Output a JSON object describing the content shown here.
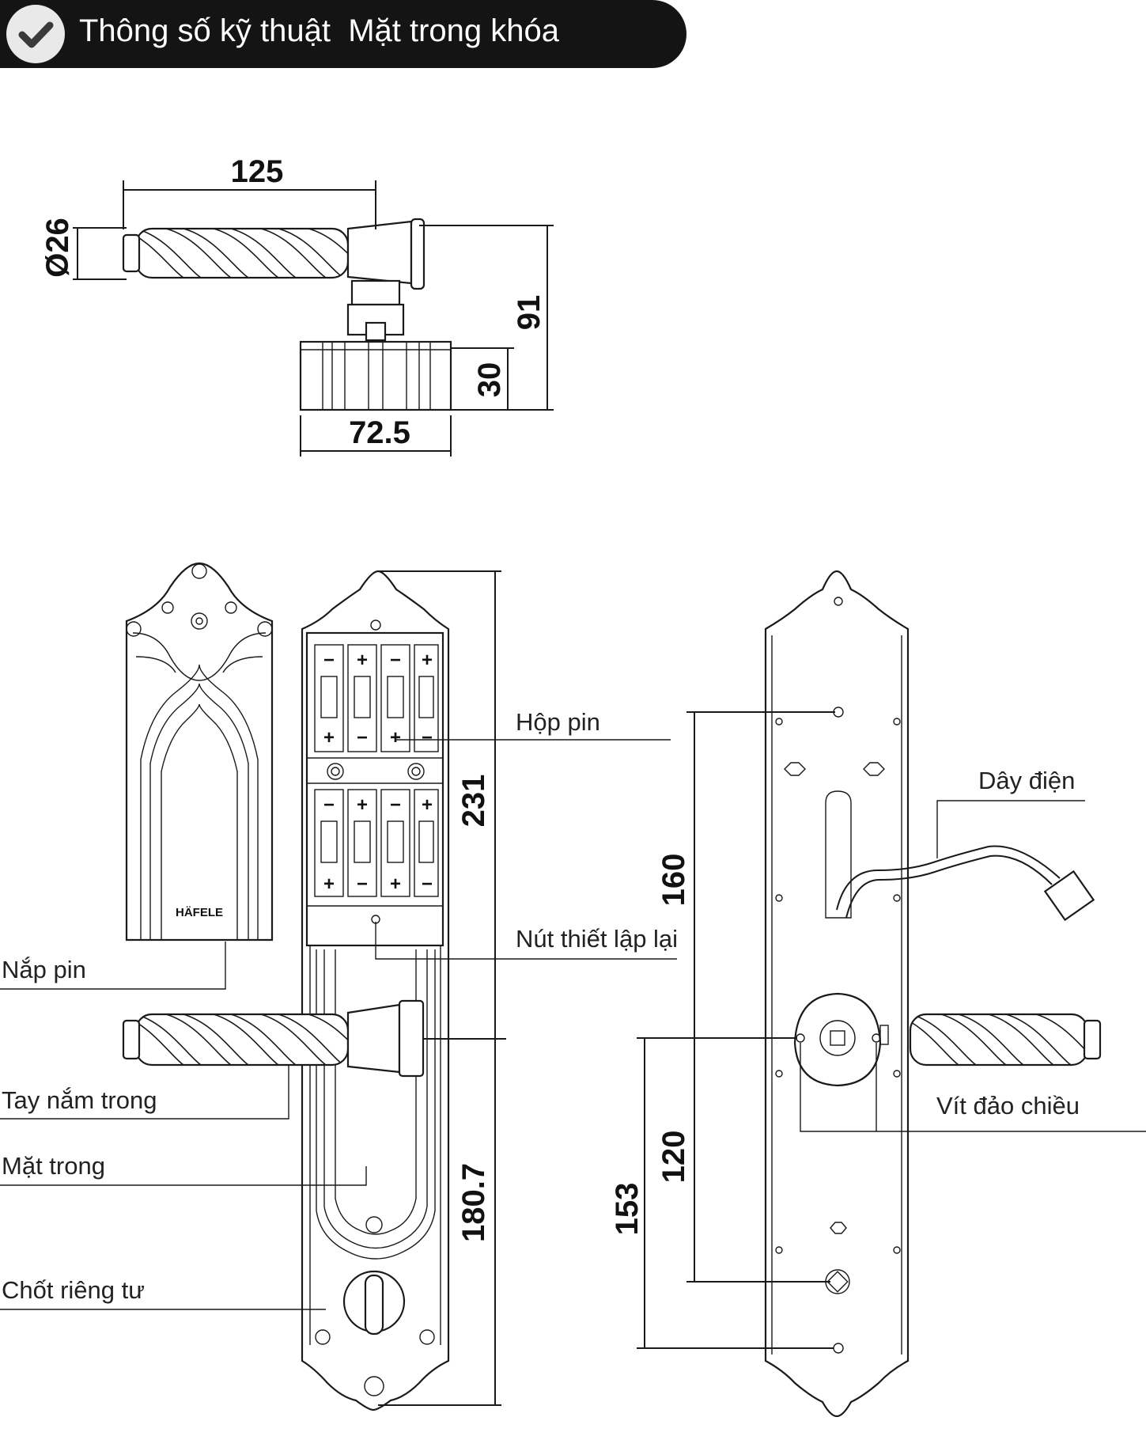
{
  "header": {
    "title": "Thông số kỹ thuật  Mặt trong khóa",
    "icon": "check-icon",
    "background": "#141414",
    "text_color": "#ffffff"
  },
  "dimensions": {
    "handle_length": "125",
    "handle_diameter": "Ø26",
    "total_height": "91",
    "base_height": "30",
    "base_width": "72.5",
    "plate_height": "231",
    "plate_lower": "180.7",
    "hole_distance": "160",
    "handle_to_bottom": "120",
    "handle_to_end": "153"
  },
  "labels": {
    "battery_box": "Hộp pin",
    "wire": "Dây điện",
    "reset_button": "Nút thiết lập lại",
    "battery_cover": "Nắp pin",
    "inner_handle": "Tay nắm trong",
    "reversing_screw": "Vít đảo chiều",
    "inner_face": "Mặt trong",
    "privacy_latch": "Chốt riêng tư"
  },
  "brand": "HÄFELE",
  "battery_marks": {
    "plus": "+",
    "minus": "−"
  }
}
